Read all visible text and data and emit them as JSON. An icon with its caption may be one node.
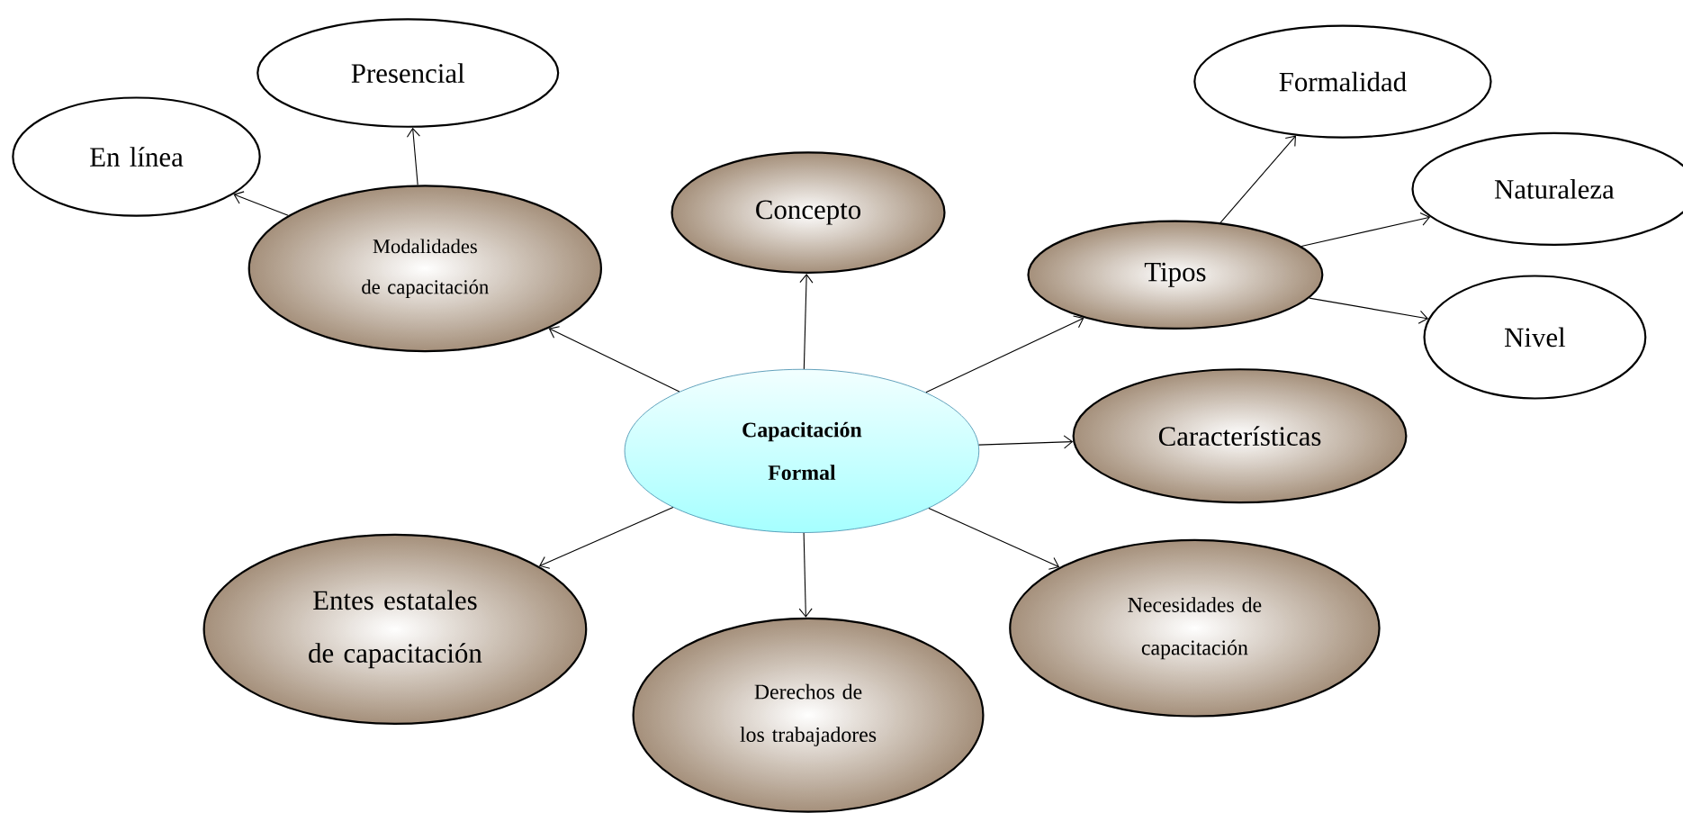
{
  "diagram": {
    "nodes": [
      {
        "text": [
          "Capacitación Formal"
        ]
      },
      {
        "text": [
          "Modalidades de capacitación"
        ]
      },
      {
        "text": [
          "En línea"
        ]
      },
      {
        "text": [
          "Presencial"
        ]
      },
      {
        "text": [
          "Concepto"
        ]
      },
      {
        "text": [
          "Tipos"
        ]
      },
      {
        "text": [
          "Formalidad"
        ]
      },
      {
        "text": [
          "Naturaleza"
        ]
      },
      {
        "text": [
          "Nivel"
        ]
      },
      {
        "text": [
          "Características"
        ]
      },
      {
        "text": [
          "Entes estatales de capacitación"
        ]
      },
      {
        "text": [
          "Derechos de los trabajadores"
        ]
      },
      {
        "text": [
          "Necesidades de capacitación"
        ]
      }
    ],
    "edges": [
      {
        "from": 0,
        "to": 1,
        "arrow": "to"
      },
      {
        "from": 1,
        "to": 2,
        "arrow": "to"
      },
      {
        "from": 1,
        "to": 3,
        "arrow": "to"
      },
      {
        "from": 0,
        "to": 4,
        "arrow": "to"
      },
      {
        "from": 0,
        "to": 5,
        "arrow": "to"
      },
      {
        "from": 5,
        "to": 6,
        "arrow": "to"
      },
      {
        "from": 5,
        "to": 7,
        "arrow": "to"
      },
      {
        "from": 5,
        "to": 8,
        "arrow": "to"
      },
      {
        "from": 0,
        "to": 9,
        "arrow": "to"
      },
      {
        "from": 0,
        "to": 10,
        "arrow": "to"
      },
      {
        "from": 0,
        "to": 11,
        "arrow": "to"
      },
      {
        "from": 0,
        "to": 12,
        "arrow": "to"
      }
    ]
  }
}
